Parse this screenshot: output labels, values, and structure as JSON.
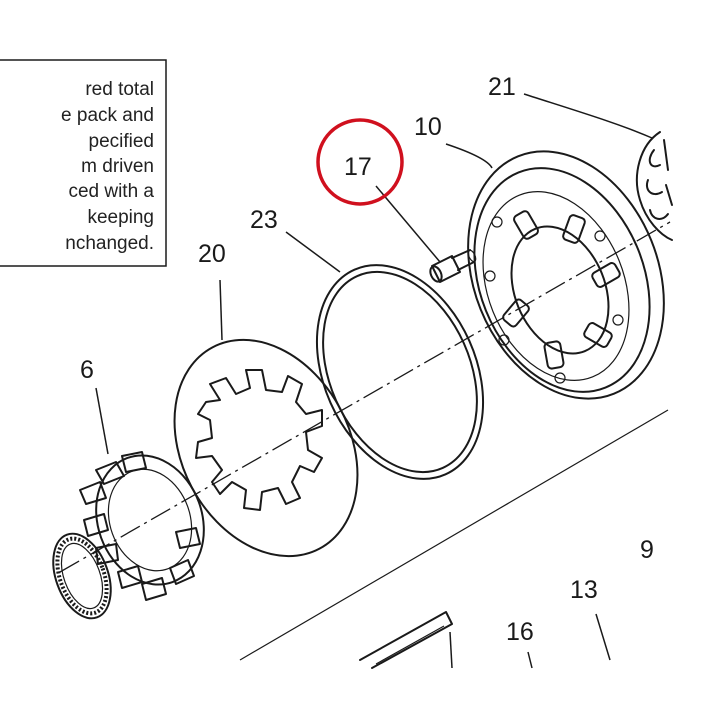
{
  "note": {
    "lines": [
      "red total",
      "e pack and",
      "pecified",
      "m driven",
      "ced with a",
      "keeping",
      "nchanged."
    ]
  },
  "labels": {
    "p21": "21",
    "p10": "10",
    "p17": "17",
    "p23": "23",
    "p20": "20",
    "p6": "6",
    "p9": "9",
    "p13": "13",
    "p16": "16"
  },
  "highlight": {
    "target": "17",
    "color": "#d0101e"
  },
  "colors": {
    "ink": "#1a1a1a",
    "paper": "#ffffff"
  }
}
